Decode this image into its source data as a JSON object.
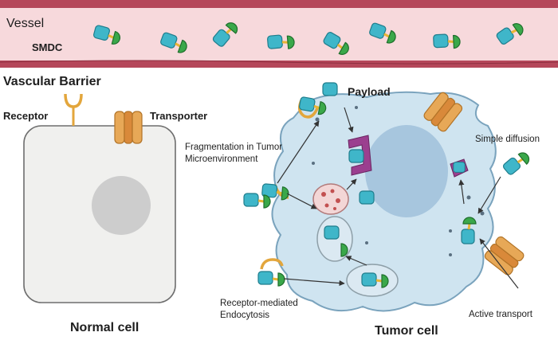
{
  "labels": {
    "vessel": "Vessel",
    "smdc": "SMDC",
    "vascular_barrier": "Vascular Barrier",
    "receptor": "Receptor",
    "transporter": "Transporter",
    "normal_cell": "Normal cell",
    "tumor_cell": "Tumor cell",
    "payload": "Payload",
    "fragmentation_line1": "Fragmentation in Tumor",
    "fragmentation_line2": "Microenvironment",
    "simple_diffusion": "Simple diffusion",
    "active_transport": "Active transport",
    "rme_line1": "Receptor-mediated",
    "rme_line2": "Endocytosis"
  },
  "colors": {
    "vessel_wall": "#b5475a",
    "vessel_lumen": "#f7d9dc",
    "payload_teal": "#3fb6c9",
    "ligand_green": "#3aa84a",
    "linker_yellow": "#e8b534",
    "receptor_orange": "#e3a63c",
    "transporter_orange": "#e7a857",
    "tumor_fill": "#cfe4f0",
    "tumor_edge": "#7aa3bd",
    "nucleus": "#a7c6de",
    "normal_fill": "#f0f0ee",
    "normal_nucleus": "#cdcdcd",
    "target_purple": "#9b3f8f"
  }
}
